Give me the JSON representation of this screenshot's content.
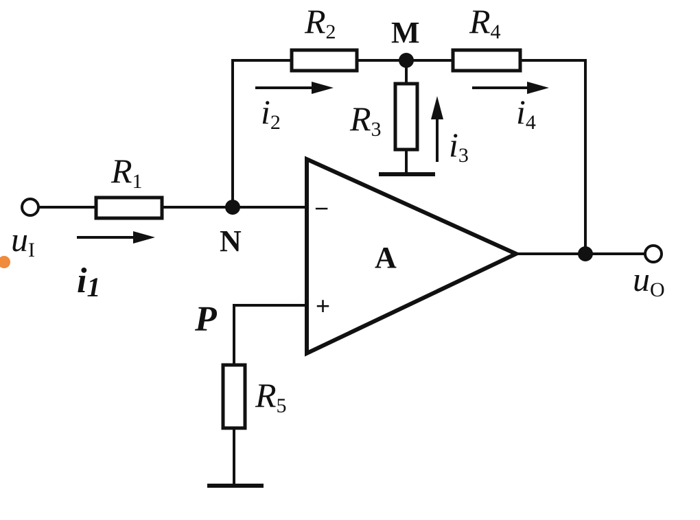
{
  "labels": {
    "R1": {
      "main": "R",
      "sub": "1"
    },
    "R2": {
      "main": "R",
      "sub": "2"
    },
    "R3": {
      "main": "R",
      "sub": "3"
    },
    "R4": {
      "main": "R",
      "sub": "4"
    },
    "R5": {
      "main": "R",
      "sub": "5"
    },
    "i1": {
      "main": "i",
      "sub": "1"
    },
    "i2": {
      "main": "i",
      "sub": "2"
    },
    "i3": {
      "main": "i",
      "sub": "3"
    },
    "i4": {
      "main": "i",
      "sub": "4"
    },
    "uI": {
      "main": "u",
      "sub": "I"
    },
    "uO": {
      "main": "u",
      "sub": "O"
    },
    "nodeN": "N",
    "nodeM": "M",
    "nodeP": "P",
    "amp": "A",
    "minus": "−",
    "plus": "+"
  },
  "colors": {
    "line": "#111111",
    "background": "#ffffff",
    "marker": "#f08a3c"
  }
}
